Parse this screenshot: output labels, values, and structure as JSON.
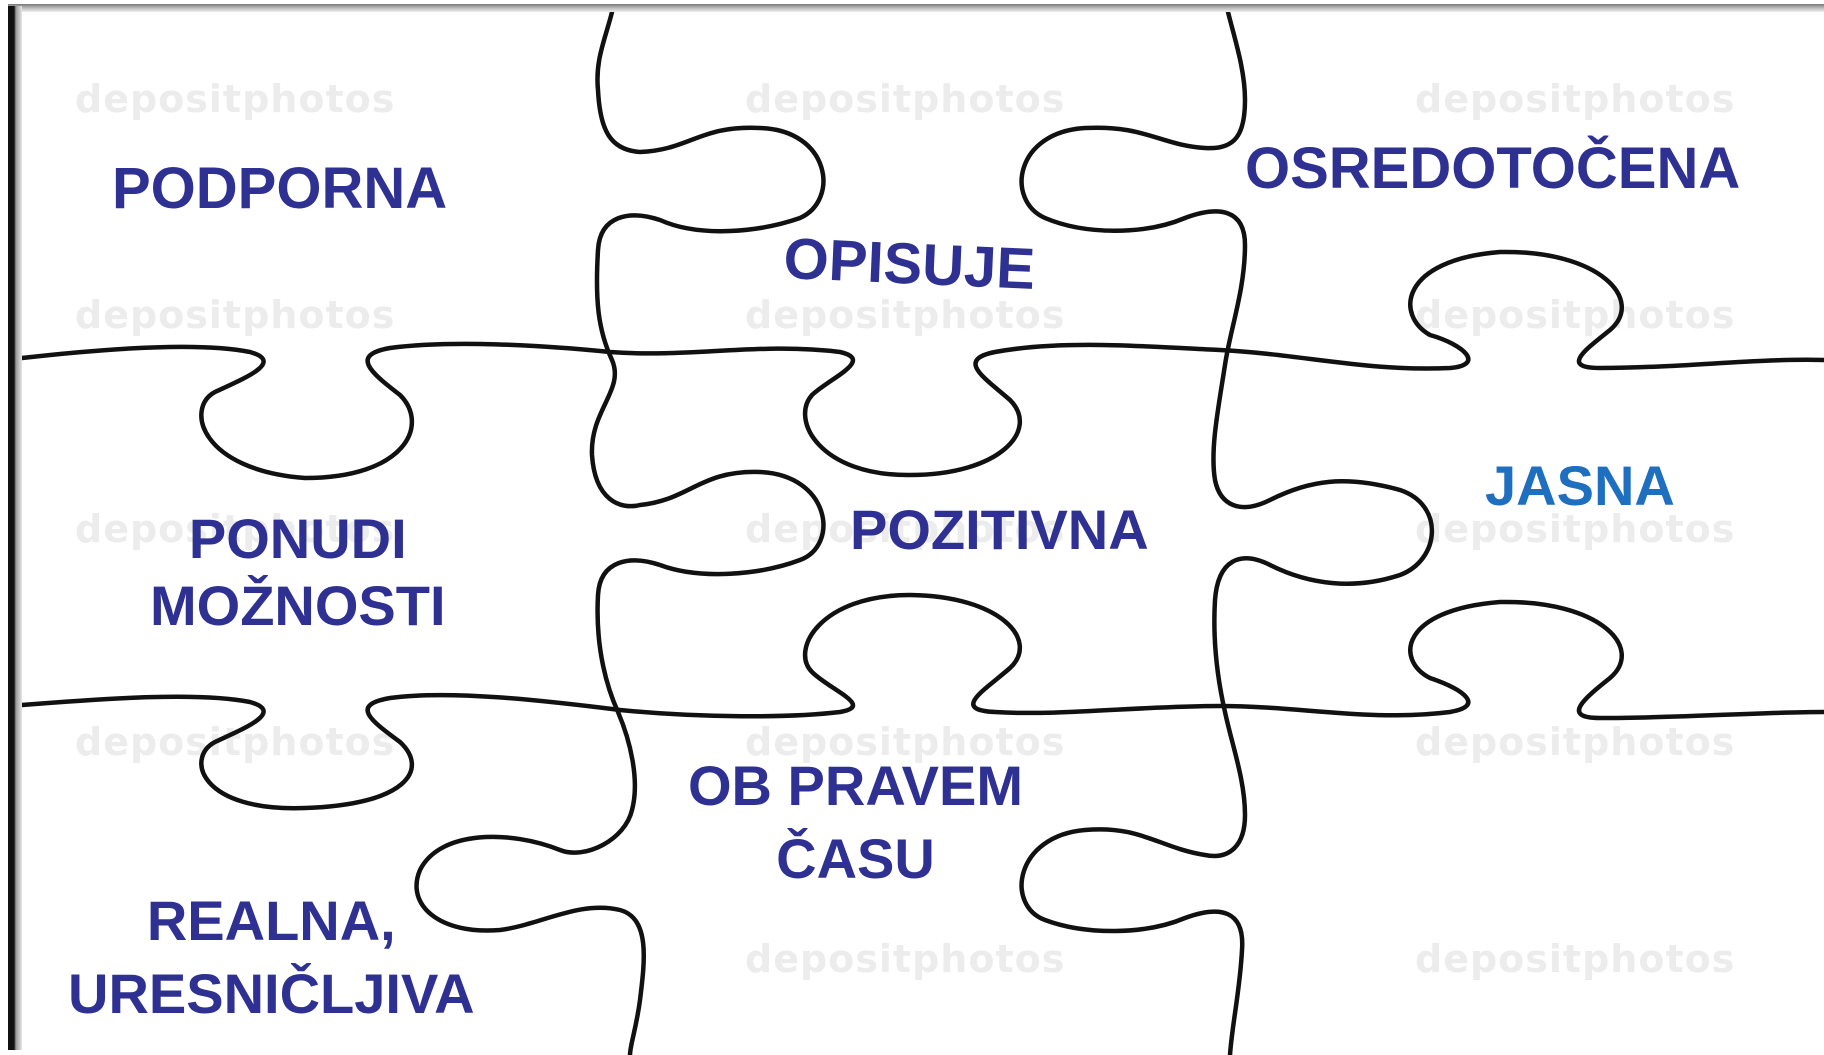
{
  "colors": {
    "word": "#2e3192",
    "word_highlight": "#1f6fc0",
    "outline": "#111111",
    "background": "#ffffff",
    "watermark": "#ececec"
  },
  "watermark_text": "depositphotos",
  "words": {
    "podporna": "PODPORNA",
    "opisuje": "OPISUJE",
    "osredotocena": "OSREDOTOČENA",
    "ponudi": "PONUDI",
    "moznosti": "MOŽNOSTI",
    "pozitivna": "POZITIVNA",
    "jasna": "JASNA",
    "ob_pravem": "OB PRAVEM",
    "casu": "ČASU",
    "realna": "REALNA,",
    "uresnicljiva": "URESNIČLJIVA"
  }
}
